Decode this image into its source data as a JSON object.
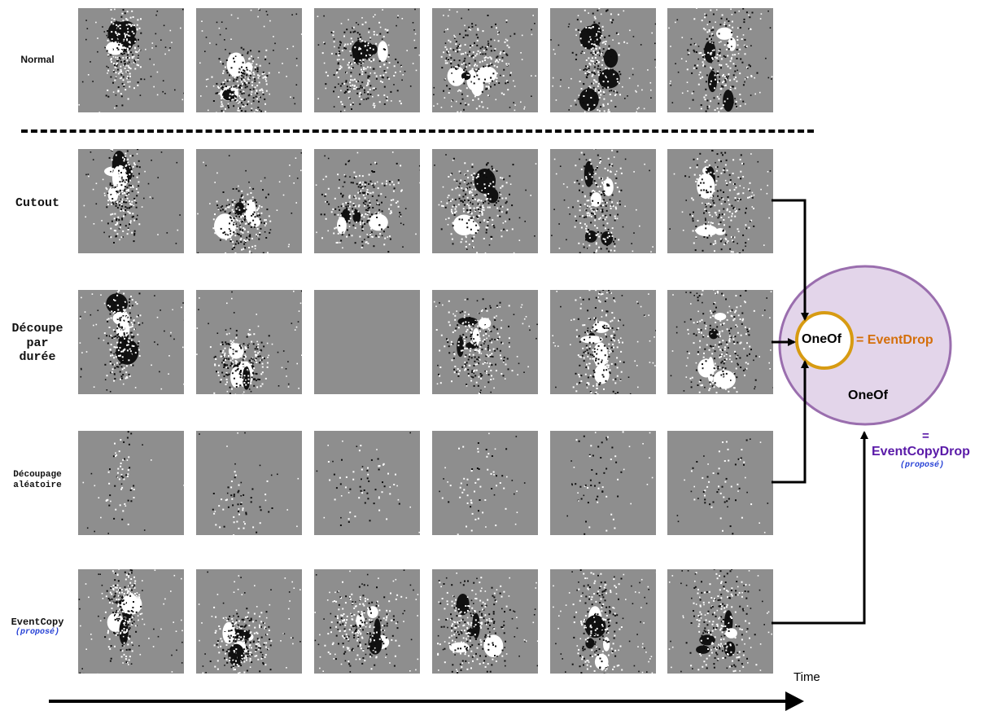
{
  "rows": [
    {
      "id": "normal",
      "label_lines": [
        "Normal"
      ],
      "subtitle": ""
    },
    {
      "id": "cutout",
      "label_lines": [
        "Cutout"
      ],
      "subtitle": ""
    },
    {
      "id": "decoupe-par-duree",
      "label_lines": [
        "Découpe",
        "par",
        "durée"
      ],
      "subtitle": ""
    },
    {
      "id": "decoupage-aleatoire",
      "label_lines": [
        "Découpage",
        "aléatoire"
      ],
      "subtitle": ""
    },
    {
      "id": "eventcopy",
      "label_lines": [
        "EventCopy"
      ],
      "subtitle": "(proposé)"
    }
  ],
  "frames_per_row": 6,
  "blank_frames": [
    {
      "row": 2,
      "col": 2
    }
  ],
  "inner_node": {
    "label": "OneOf",
    "equals": "= EventDrop"
  },
  "outer_node": {
    "label": "OneOf",
    "equals_sign": "=",
    "name": "EventCopyDrop",
    "subtitle": "(proposé)"
  },
  "time_axis": {
    "label": "Time"
  },
  "colors": {
    "frame_bg": "#8e8e8e",
    "outer_fill": "#e3d5ea",
    "outer_stroke": "#9a6eae",
    "inner_stroke": "#d79b12",
    "eventdrop_text": "#d46f0b",
    "eventcopydrop_text": "#5a1aa8",
    "proposed_text": "#2742d6"
  }
}
